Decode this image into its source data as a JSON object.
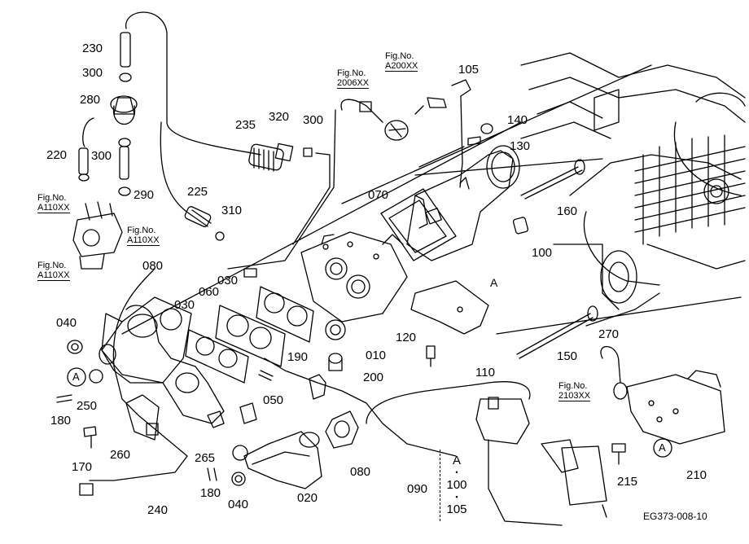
{
  "parts": {
    "p230": "230",
    "p300a": "300",
    "p280": "280",
    "p220": "220",
    "p300b": "300",
    "p290": "290",
    "p235": "235",
    "p320": "320",
    "p300c": "300",
    "p225": "225",
    "p310": "310",
    "p105a": "105",
    "p140": "140",
    "p130": "130",
    "p070": "070",
    "p160": "160",
    "p100a": "100",
    "p080a": "080",
    "p030a": "030",
    "p060": "060",
    "p030b": "030",
    "p040a": "040",
    "p120": "120",
    "p010": "010",
    "p110": "110",
    "p150": "150",
    "p270": "270",
    "p190": "190",
    "p200": "200",
    "p050": "050",
    "p250": "250",
    "p180a": "180",
    "p170": "170",
    "p260": "260",
    "p265": "265",
    "p180b": "180",
    "p040b": "040",
    "p020": "020",
    "p080b": "080",
    "p240": "240",
    "p090": "090",
    "p215": "215",
    "p210": "210"
  },
  "figrefs": {
    "f1": {
      "line1": "Fig.No.",
      "line2": "2006XX"
    },
    "f2": {
      "line1": "Fig.No.",
      "line2": "A200XX"
    },
    "f3": {
      "line1": "Fig.No.",
      "line2": "A110XX"
    },
    "f4": {
      "line1": "Fig.No.",
      "line2": "A110XX"
    },
    "f5": {
      "line1": "Fig.No.",
      "line2": "A110XX"
    },
    "f6": {
      "line1": "Fig.No.",
      "line2": "2103XX"
    }
  },
  "markers": {
    "a1": "A",
    "a2": "A",
    "a3": "A"
  },
  "legend_090": {
    "letter": "A",
    "dot": "•",
    "v1": "100",
    "sq": "▪",
    "v2": "105"
  },
  "diagram_code": "EG373-008-10"
}
